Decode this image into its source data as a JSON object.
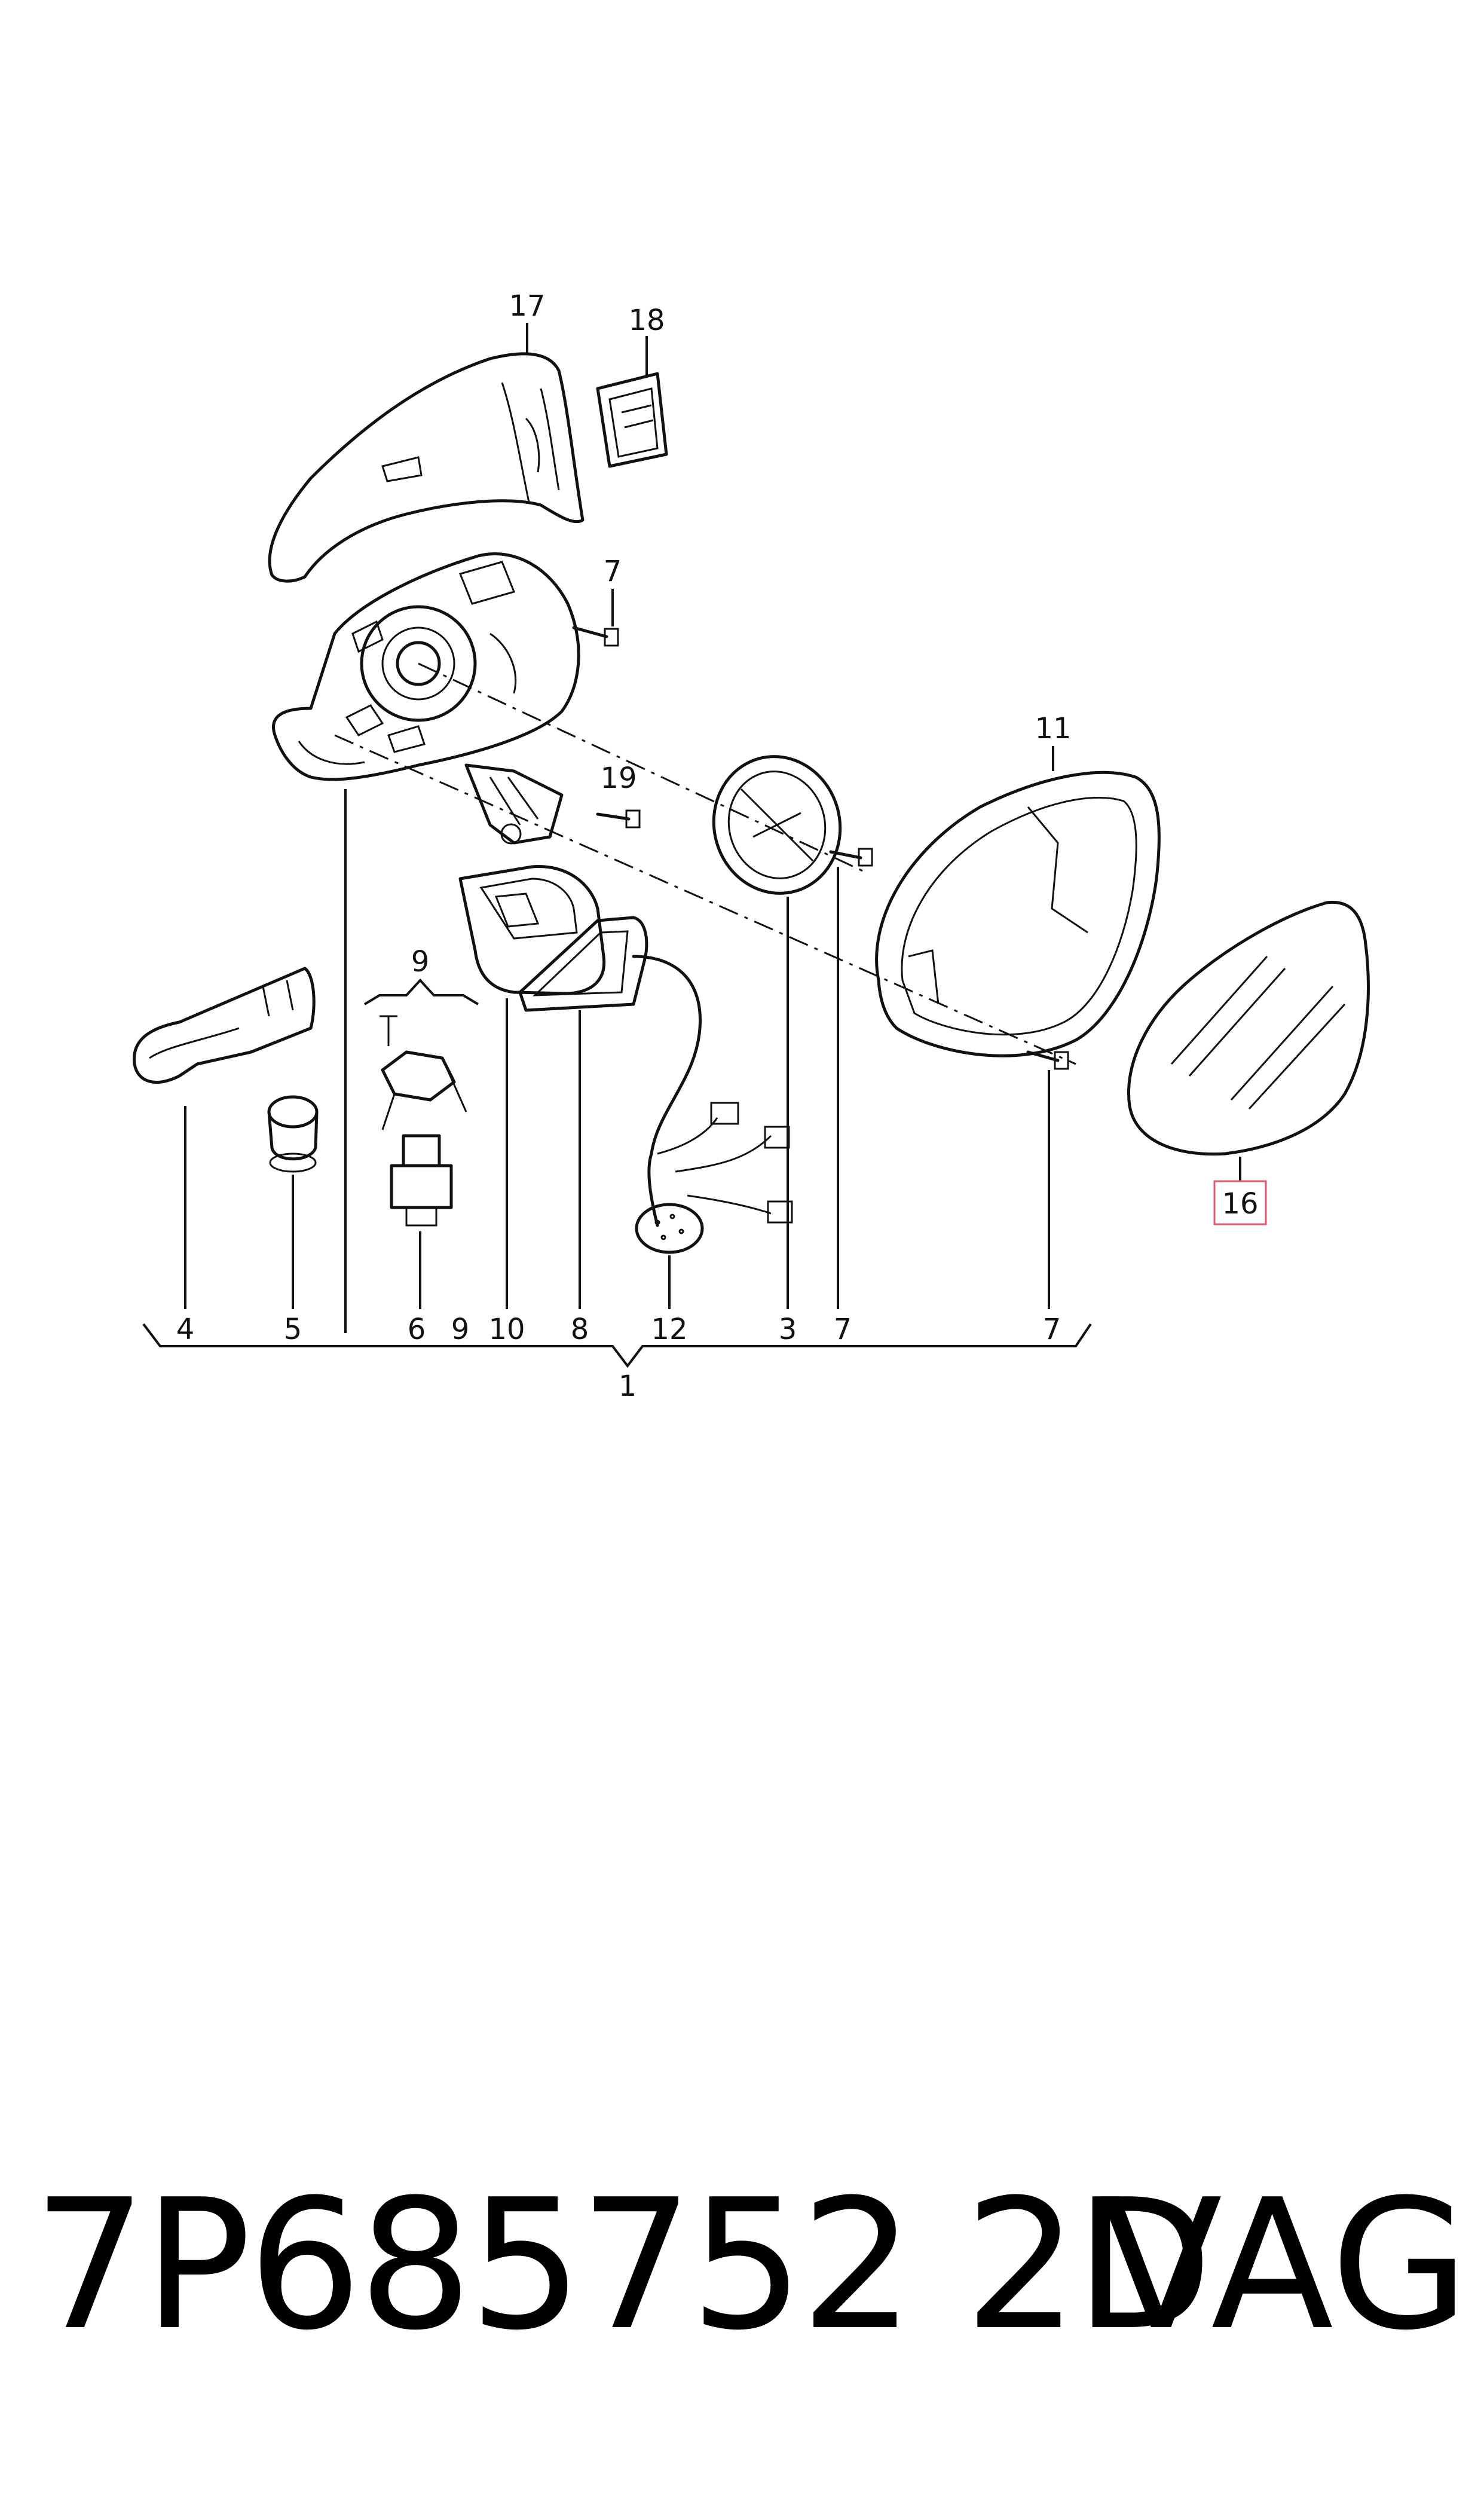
{
  "callouts": {
    "c17": "17",
    "c18": "18",
    "c7a": "7",
    "c19": "19",
    "c11": "11",
    "c9top": "9",
    "c16": "16",
    "b4": "4",
    "b5": "5",
    "b6": "6",
    "b9": "9",
    "b10": "10",
    "b8": "8",
    "b12": "12",
    "b3": "3",
    "b7a": "7",
    "b7b": "7",
    "b1": "1"
  },
  "caption": {
    "part_number": "7P685752 2D",
    "brand": "VAG"
  },
  "colors": {
    "line": "#111111",
    "highlight": "#e05a6e"
  }
}
